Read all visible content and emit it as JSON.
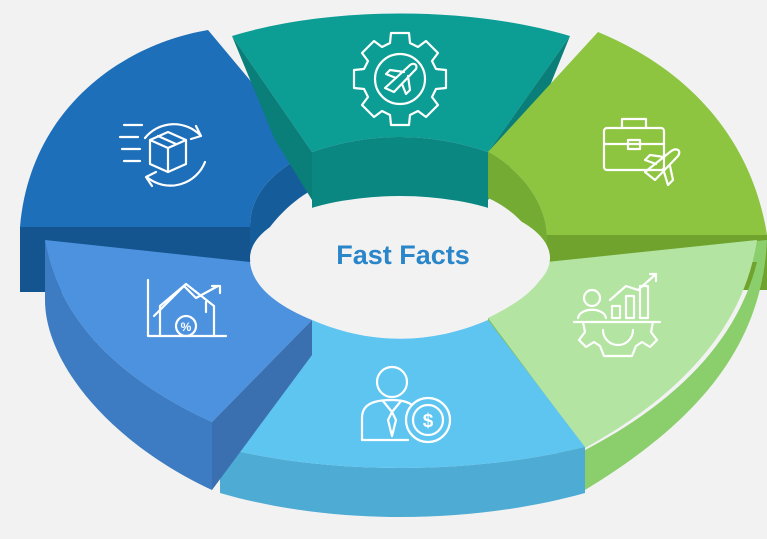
{
  "center": {
    "title": "Fast Facts"
  },
  "segments": [
    {
      "id": "top",
      "icon": "gear-airplane-icon",
      "color": "#0d9c94"
    },
    {
      "id": "upper-right",
      "icon": "briefcase-airplane-icon",
      "color": "#8cc43f"
    },
    {
      "id": "lower-right",
      "icon": "person-growth-gear-icon",
      "color": "#a8de8f"
    },
    {
      "id": "bottom",
      "icon": "businessman-dollar-icon",
      "color": "#5cc3ef"
    },
    {
      "id": "lower-left",
      "icon": "house-percent-chart-icon",
      "color": "#4a90dd"
    },
    {
      "id": "upper-left",
      "icon": "package-delivery-icon",
      "color": "#1c6fb8"
    }
  ],
  "icons": {
    "percent_symbol": "%",
    "dollar_symbol": "$"
  }
}
